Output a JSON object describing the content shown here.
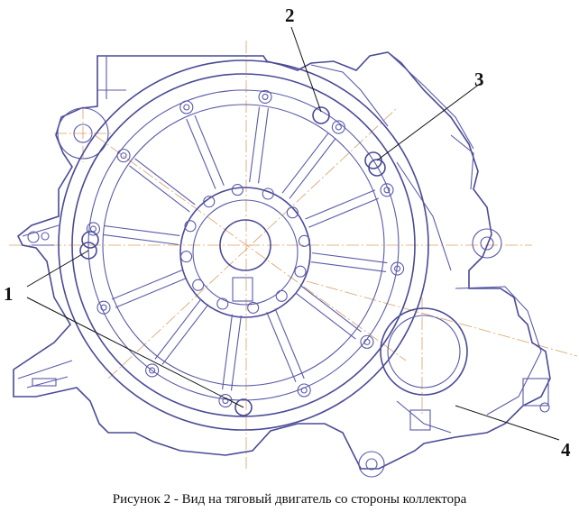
{
  "caption": "Рисунок 2 - Вид на тяговый двигатель со стороны коллектора",
  "callouts": [
    "1",
    "2",
    "3",
    "4"
  ]
}
